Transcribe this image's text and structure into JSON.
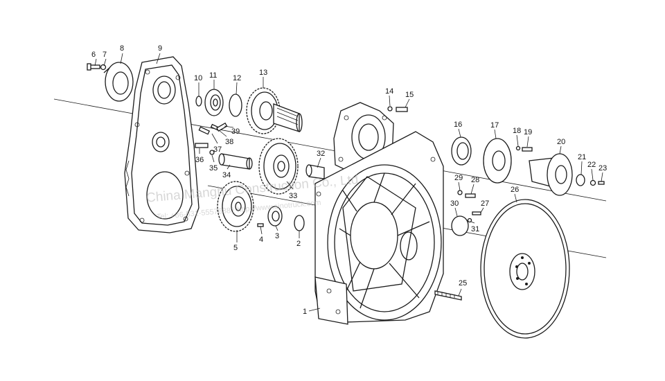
{
  "watermark": {
    "line1": "China Manghu Construction Co., Ltd",
    "line2": "Tel: +86-531-55576881    http://www.sinotruck.com"
  },
  "callouts": [
    {
      "label": "1"
    },
    {
      "label": "2"
    },
    {
      "label": "3"
    },
    {
      "label": "4"
    },
    {
      "label": "5"
    },
    {
      "label": "6"
    },
    {
      "label": "7"
    },
    {
      "label": "8"
    },
    {
      "label": "9"
    },
    {
      "label": "10"
    },
    {
      "label": "11"
    },
    {
      "label": "12"
    },
    {
      "label": "13"
    },
    {
      "label": "14"
    },
    {
      "label": "15"
    },
    {
      "label": "16"
    },
    {
      "label": "17"
    },
    {
      "label": "18"
    },
    {
      "label": "19"
    },
    {
      "label": "20"
    },
    {
      "label": "21"
    },
    {
      "label": "22"
    },
    {
      "label": "23"
    },
    {
      "label": "25"
    },
    {
      "label": "26"
    },
    {
      "label": "27"
    },
    {
      "label": "28"
    },
    {
      "label": "29"
    },
    {
      "label": "30"
    },
    {
      "label": "31"
    },
    {
      "label": "32"
    },
    {
      "label": "33"
    },
    {
      "label": "34"
    },
    {
      "label": "35"
    },
    {
      "label": "36"
    },
    {
      "label": "37"
    },
    {
      "label": "38"
    },
    {
      "label": "39"
    }
  ]
}
